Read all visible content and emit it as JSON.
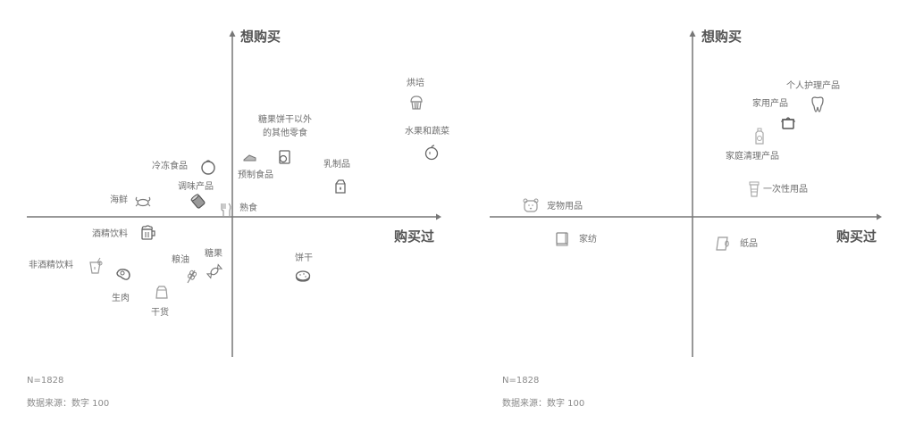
{
  "chart_data": [
    {
      "type": "scatter",
      "title": "",
      "xlabel": "购买过",
      "ylabel": "想购买",
      "grid": false,
      "axes": "quadrant (centered at origin)",
      "points": [
        {
          "label": "烘培",
          "icon": "cupcake-icon",
          "x": 0.89,
          "y": 0.62
        },
        {
          "label": "水果和蔬菜",
          "icon": "apple-icon",
          "x": 0.91,
          "y": 0.36
        },
        {
          "label": "糖果饼干以外的其他零食",
          "icon": "snack-bag-icon",
          "x": 0.24,
          "y": 0.32
        },
        {
          "label": "预制食品",
          "icon": "cake-slice-icon",
          "x": 0.08,
          "y": 0.33
        },
        {
          "label": "乳制品",
          "icon": "milk-carton-icon",
          "x": 0.52,
          "y": 0.15
        },
        {
          "label": "冷冻食品",
          "icon": "dumpling-icon",
          "x": -0.14,
          "y": 0.27
        },
        {
          "label": "调味产品",
          "icon": "seasoning-can-icon",
          "x": -0.17,
          "y": 0.08
        },
        {
          "label": "熟食",
          "icon": "cutlery-icon",
          "x": -0.04,
          "y": 0.04
        },
        {
          "label": "海鲜",
          "icon": "crab-icon",
          "x": -0.44,
          "y": 0.09
        },
        {
          "label": "酒精饮料",
          "icon": "beer-mug-icon",
          "x": -0.44,
          "y": -0.1
        },
        {
          "label": "非酒精饮料",
          "icon": "juice-glass-icon",
          "x": -0.68,
          "y": -0.29
        },
        {
          "label": "生肉",
          "icon": "steak-icon",
          "x": -0.56,
          "y": -0.35
        },
        {
          "label": "干货",
          "icon": "sack-icon",
          "x": -0.35,
          "y": -0.45
        },
        {
          "label": "粮油",
          "icon": "grain-icon",
          "x": -0.21,
          "y": -0.34
        },
        {
          "label": "糖果",
          "icon": "candy-icon",
          "x": -0.09,
          "y": -0.31
        },
        {
          "label": "饼干",
          "icon": "biscuit-icon",
          "x": 0.34,
          "y": -0.34
        }
      ]
    },
    {
      "type": "scatter",
      "title": "",
      "xlabel": "购买过",
      "ylabel": "想购买",
      "grid": false,
      "axes": "quadrant (centered at origin)",
      "points": [
        {
          "label": "个人护理产品",
          "icon": "tooth-icon",
          "x": 0.55,
          "y": 0.62
        },
        {
          "label": "家用产品",
          "icon": "pot-icon",
          "x": 0.41,
          "y": 0.51
        },
        {
          "label": "家庭清理产品",
          "icon": "detergent-bottle-icon",
          "x": 0.32,
          "y": 0.44
        },
        {
          "label": "一次性用品",
          "icon": "paper-cup-icon",
          "x": 0.3,
          "y": 0.15
        },
        {
          "label": "宠物用品",
          "icon": "pet-face-icon",
          "x": -0.87,
          "y": 0.05
        },
        {
          "label": "家纺",
          "icon": "folded-textile-icon",
          "x": -0.69,
          "y": -0.13
        },
        {
          "label": "纸品",
          "icon": "paper-roll-icon",
          "x": 0.15,
          "y": -0.14
        }
      ]
    }
  ],
  "left_chart": {
    "y_axis_title": "想购买",
    "x_axis_title": "购买过",
    "labels": {
      "hongbei": "烘培",
      "fruit": "水果和蔬菜",
      "snack_line1": "糖果饼干以外",
      "snack_line2": "的其他零食",
      "prepared": "预制食品",
      "dairy": "乳制品",
      "frozen": "冷冻食品",
      "seasoning": "调味产品",
      "deli": "熟食",
      "seafood": "海鲜",
      "alcohol": "酒精饮料",
      "soft_drink": "非酒精饮料",
      "raw_meat": "生肉",
      "dry_goods": "干货",
      "grain_oil": "粮油",
      "candy": "糖果",
      "biscuit": "饼干"
    },
    "footnote_n": "N=1828",
    "footnote_source": "数据来源：数字 100"
  },
  "right_chart": {
    "y_axis_title": "想购买",
    "x_axis_title": "购买过",
    "labels": {
      "personal_care": "个人护理产品",
      "household": "家用产品",
      "cleaning": "家庭清理产品",
      "disposable": "一次性用品",
      "pet": "宠物用品",
      "textile": "家纺",
      "paper": "纸品"
    },
    "footnote_n": "N=1828",
    "footnote_source": "数据来源：数字 100"
  },
  "colors": {
    "axis": "#777777",
    "text": "#6e6e6e",
    "axis_title": "#555555",
    "icon_stroke": "#8a8a8a"
  }
}
